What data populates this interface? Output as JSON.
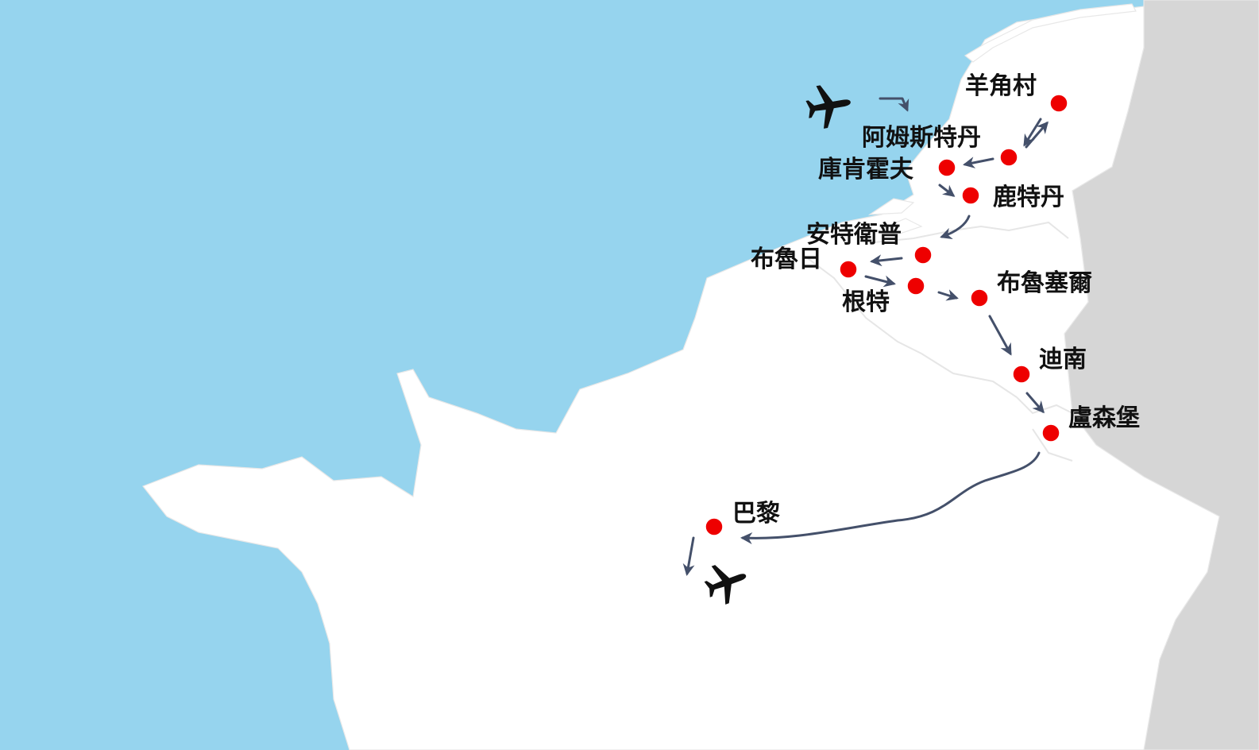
{
  "colors": {
    "sea": "#96d4ee",
    "land": "#ffffff",
    "neighbor_land": "#d6d6d6",
    "border": "#e6e6e6",
    "city_marker": "#ee0000",
    "route": "#44506a",
    "plane": "#111111"
  },
  "icons": {
    "start": "airplane-icon",
    "end": "airplane-icon",
    "city": "red-dot-marker"
  },
  "cities": [
    {
      "id": "zaanse",
      "label": "羊角村"
    },
    {
      "id": "amsterdam",
      "label": "阿姆斯特丹"
    },
    {
      "id": "keukenhof",
      "label": "庫肯霍夫"
    },
    {
      "id": "rotterdam",
      "label": "鹿特丹"
    },
    {
      "id": "antwerp",
      "label": "安特衛普"
    },
    {
      "id": "bruges",
      "label": "布魯日"
    },
    {
      "id": "ghent",
      "label": "根特"
    },
    {
      "id": "brussels",
      "label": "布魯塞爾"
    },
    {
      "id": "dinant",
      "label": "迪南"
    },
    {
      "id": "luxembourg",
      "label": "盧森堡"
    },
    {
      "id": "paris",
      "label": "巴黎"
    }
  ]
}
